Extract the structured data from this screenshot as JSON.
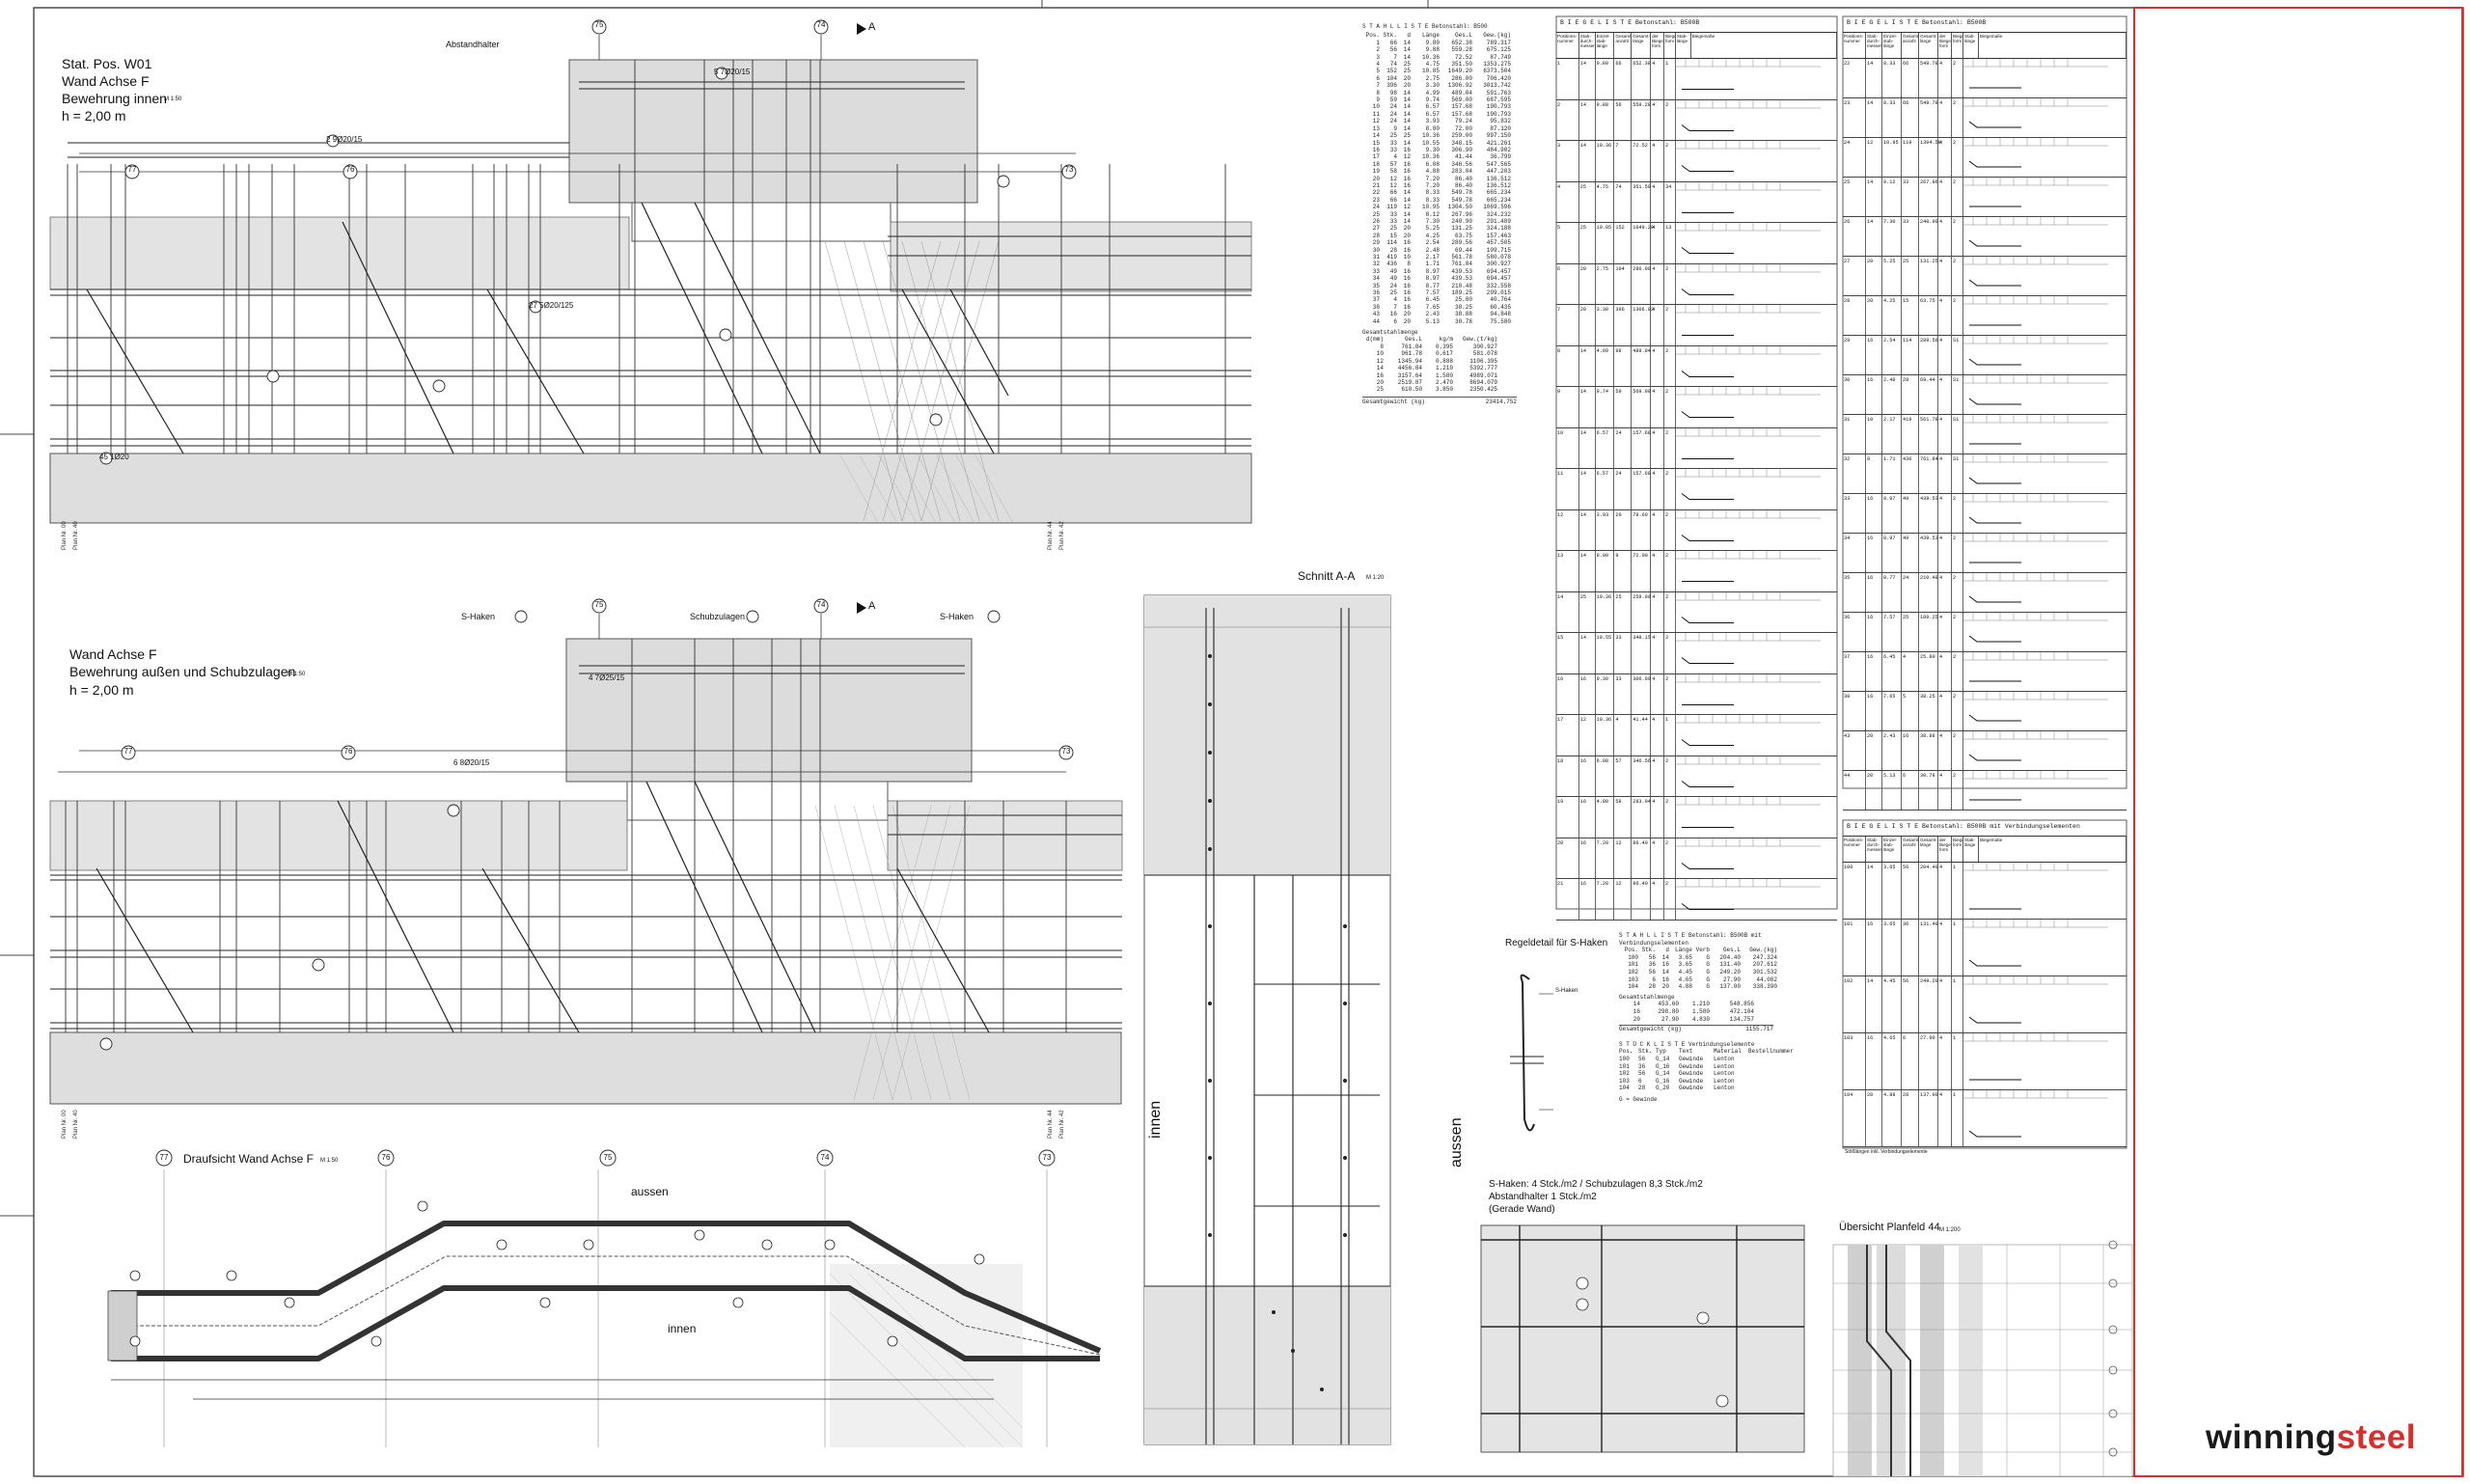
{
  "brand": {
    "name_part1": "winning",
    "name_part2": "steel",
    "accent_color": "#d2322d"
  },
  "views": {
    "v1": {
      "line1": "Stat. Pos. W01",
      "line2": "Wand Achse F",
      "line3": "Bewehrung innen",
      "line4": "h = 2,00 m",
      "scale": "M 1:50"
    },
    "v2": {
      "line1": "Wand Achse F",
      "line2": "Bewehrung außen und Schubzulagen",
      "line3": "h = 2,00 m",
      "scale": "M 1:50"
    },
    "v3": {
      "title": "Draufsicht Wand Achse F",
      "scale": "M 1:50",
      "top_label": "aussen",
      "bottom_label": "innen"
    },
    "section": {
      "title": "Schnitt A-A",
      "scale": "M 1:20",
      "left_label": "innen",
      "right_label": "aussen"
    },
    "shook": {
      "title": "Regeldetail für S-Haken",
      "label_a": "S-Haken"
    },
    "shook_layout": {
      "line1": "S-Haken: 4 Stck./m2 / Schubzulagen 8,3 Stck./m2",
      "line2": "Abstandhalter 1 Stck./m2",
      "line3": "(Gerade Wand)"
    },
    "overview": {
      "title": "Übersicht Planfeld 44",
      "scale": "M 1:200"
    }
  },
  "axes": [
    "77",
    "76",
    "75",
    "74",
    "73"
  ],
  "section_mark": "A",
  "v1_annotations": {
    "abstandhalter": "Abstandhalter",
    "top_bar": "5 7Ø20/15",
    "mid_bar": "2 9Ø20/15",
    "bar_27": "27 5Ø20/125",
    "bar_45": "45 1Ø20"
  },
  "v2_annotations": {
    "shaken": "S-Haken",
    "schub": "Schubzulagen",
    "bar_6": "6 8Ø20/15",
    "bar_4": "4 7Ø25/15"
  },
  "stahlliste": {
    "title": "S T A H L L I S T E  Betonstahl: B500",
    "headers": [
      "Pos.",
      "Stk.",
      "d",
      "Länge",
      "Ges.L",
      "Gew.(kg)"
    ],
    "rows": [
      [
        "1",
        "66",
        "14",
        "9.80",
        "652.38",
        "789.317"
      ],
      [
        "2",
        "56",
        "14",
        "9.88",
        "559.28",
        "675.125"
      ],
      [
        "3",
        "7",
        "14",
        "10.36",
        "72.52",
        "87.749"
      ],
      [
        "4",
        "74",
        "25",
        "4.75",
        "351.50",
        "1353.275"
      ],
      [
        "5",
        "152",
        "25",
        "10.85",
        "1649.20",
        "6373.504"
      ],
      [
        "6",
        "104",
        "20",
        "2.75",
        "286.00",
        "706.420"
      ],
      [
        "7",
        "396",
        "20",
        "3.30",
        "1306.92",
        "3013.742"
      ],
      [
        "8",
        "98",
        "14",
        "4.99",
        "489.04",
        "591.763"
      ],
      [
        "9",
        "59",
        "14",
        "9.74",
        "569.00",
        "687.595"
      ],
      [
        "10",
        "24",
        "14",
        "6.57",
        "157.68",
        "190.793"
      ],
      [
        "11",
        "24",
        "14",
        "6.57",
        "157.68",
        "190.793"
      ],
      [
        "12",
        "24",
        "14",
        "3.93",
        "79.24",
        "95.832"
      ],
      [
        "13",
        "9",
        "14",
        "8.00",
        "72.00",
        "87.120"
      ],
      [
        "14",
        "25",
        "25",
        "10.36",
        "259.00",
        "997.150"
      ],
      [
        "15",
        "33",
        "14",
        "10.55",
        "348.15",
        "421.261"
      ],
      [
        "16",
        "33",
        "16",
        "9.30",
        "306.90",
        "484.902"
      ],
      [
        "17",
        "4",
        "12",
        "10.36",
        "41.44",
        "36.799"
      ],
      [
        "18",
        "57",
        "16",
        "6.08",
        "346.56",
        "547.565"
      ],
      [
        "19",
        "58",
        "16",
        "4.88",
        "283.04",
        "447.203"
      ],
      [
        "20",
        "12",
        "16",
        "7.20",
        "86.40",
        "136.512"
      ],
      [
        "21",
        "12",
        "16",
        "7.20",
        "86.40",
        "136.512"
      ],
      [
        "22",
        "66",
        "14",
        "8.33",
        "549.78",
        "665.234"
      ],
      [
        "23",
        "66",
        "14",
        "8.33",
        "549.78",
        "665.234"
      ],
      [
        "24",
        "119",
        "12",
        "10.95",
        "1304.50",
        "1069.596"
      ],
      [
        "25",
        "33",
        "14",
        "8.12",
        "267.96",
        "324.232"
      ],
      [
        "26",
        "33",
        "14",
        "7.30",
        "240.90",
        "291.489"
      ],
      [
        "27",
        "25",
        "20",
        "5.25",
        "131.25",
        "324.188"
      ],
      [
        "28",
        "15",
        "20",
        "4.25",
        "63.75",
        "157.463"
      ],
      [
        "29",
        "114",
        "16",
        "2.54",
        "289.56",
        "457.505"
      ],
      [
        "30",
        "28",
        "16",
        "2.48",
        "69.44",
        "109.715"
      ],
      [
        "31",
        "419",
        "10",
        "2.17",
        "561.78",
        "580.078"
      ],
      [
        "32",
        "436",
        "8",
        "1.71",
        "761.84",
        "300.927"
      ],
      [
        "33",
        "49",
        "16",
        "8.97",
        "439.53",
        "694.457"
      ],
      [
        "34",
        "49",
        "16",
        "8.97",
        "439.53",
        "694.457"
      ],
      [
        "35",
        "24",
        "16",
        "8.77",
        "210.48",
        "332.558"
      ],
      [
        "36",
        "25",
        "16",
        "7.57",
        "189.25",
        "299.015"
      ],
      [
        "37",
        "4",
        "16",
        "6.45",
        "25.80",
        "40.764"
      ],
      [
        "38",
        "7",
        "16",
        "7.65",
        "38.25",
        "60.435"
      ],
      [
        "43",
        "16",
        "20",
        "2.43",
        "38.88",
        "94.848"
      ],
      [
        "44",
        "6",
        "20",
        "5.13",
        "30.78",
        "75.580"
      ]
    ],
    "summary_title": "Gesamtstahlmenge",
    "summary_headers": [
      "d(mm)",
      "Ges.L",
      "kg/m",
      "Gew.(t/kg)"
    ],
    "summary_rows": [
      [
        "8",
        "761.84",
        "0.395",
        "300.927"
      ],
      [
        "10",
        "961.78",
        "0.617",
        "581.078"
      ],
      [
        "12",
        "1345.94",
        "0.888",
        "1106.395"
      ],
      [
        "14",
        "4456.84",
        "1.210",
        "5392.777"
      ],
      [
        "16",
        "3157.64",
        "1.580",
        "4989.071"
      ],
      [
        "20",
        "2519.87",
        "2.470",
        "8694.079"
      ],
      [
        "25",
        "610.50",
        "3.850",
        "2350.425"
      ]
    ],
    "total_label": "Gesamtgewicht (kg)",
    "total_value": "23414.752"
  },
  "biegeliste1": {
    "title": "B I E G E L I S T E  Betonstahl: B500B",
    "headers": [
      "Positions-nummer",
      "Stab-durch-messer",
      "Einzel-stab-länge",
      "Gesamt-anzahl",
      "Gesamt-länge",
      "der Biege-form",
      "Biege-form",
      "Stab-länge",
      "Biegemaße"
    ],
    "rows": [
      [
        "1",
        "14",
        "9.80",
        "66",
        "652.38",
        "4",
        "1"
      ],
      [
        "2",
        "14",
        "9.88",
        "56",
        "559.28",
        "4",
        "2"
      ],
      [
        "3",
        "14",
        "10.36",
        "7",
        "72.52",
        "4",
        "2"
      ],
      [
        "4",
        "25",
        "4.75",
        "74",
        "351.50",
        "4",
        "34"
      ],
      [
        "5",
        "25",
        "10.85",
        "152",
        "1649.20",
        "4",
        "13"
      ],
      [
        "6",
        "20",
        "2.75",
        "104",
        "286.00",
        "4",
        "2"
      ],
      [
        "7",
        "20",
        "3.30",
        "396",
        "1306.92",
        "4",
        "2"
      ],
      [
        "8",
        "14",
        "4.99",
        "98",
        "489.04",
        "4",
        "2"
      ],
      [
        "9",
        "14",
        "9.74",
        "59",
        "569.00",
        "4",
        "2"
      ],
      [
        "10",
        "14",
        "6.57",
        "24",
        "157.68",
        "4",
        "2"
      ],
      [
        "11",
        "14",
        "6.57",
        "24",
        "157.68",
        "4",
        "2"
      ],
      [
        "12",
        "14",
        "3.93",
        "20",
        "78.60",
        "4",
        "2"
      ],
      [
        "13",
        "14",
        "8.00",
        "9",
        "72.00",
        "4",
        "2"
      ],
      [
        "14",
        "25",
        "10.36",
        "25",
        "259.00",
        "4",
        "2"
      ],
      [
        "15",
        "14",
        "10.55",
        "33",
        "348.15",
        "4",
        "2"
      ],
      [
        "16",
        "16",
        "9.30",
        "33",
        "306.90",
        "4",
        "2"
      ],
      [
        "17",
        "12",
        "10.36",
        "4",
        "41.44",
        "4",
        "1"
      ],
      [
        "18",
        "16",
        "6.08",
        "57",
        "346.56",
        "4",
        "2"
      ],
      [
        "19",
        "16",
        "4.88",
        "58",
        "283.04",
        "4",
        "2"
      ],
      [
        "20",
        "16",
        "7.20",
        "12",
        "86.40",
        "4",
        "2"
      ],
      [
        "21",
        "16",
        "7.20",
        "12",
        "86.40",
        "4",
        "2"
      ]
    ]
  },
  "biegeliste2": {
    "title": "B I E G E L I S T E  Betonstahl: B500B",
    "rows": [
      [
        "22",
        "14",
        "8.33",
        "66",
        "549.78",
        "4",
        "2"
      ],
      [
        "23",
        "14",
        "8.33",
        "66",
        "549.78",
        "4",
        "2"
      ],
      [
        "24",
        "12",
        "10.95",
        "119",
        "1304.50",
        "4",
        "2"
      ],
      [
        "25",
        "14",
        "8.12",
        "33",
        "267.96",
        "4",
        "2"
      ],
      [
        "26",
        "14",
        "7.30",
        "33",
        "240.90",
        "4",
        "2"
      ],
      [
        "27",
        "20",
        "5.25",
        "25",
        "131.25",
        "4",
        "2"
      ],
      [
        "28",
        "20",
        "4.25",
        "15",
        "63.75",
        "4",
        "2"
      ],
      [
        "29",
        "16",
        "2.54",
        "114",
        "289.56",
        "4",
        "S1"
      ],
      [
        "30",
        "16",
        "2.48",
        "28",
        "69.44",
        "4",
        "S1"
      ],
      [
        "31",
        "10",
        "2.17",
        "419",
        "561.78",
        "4",
        "S1"
      ],
      [
        "32",
        "8",
        "1.71",
        "436",
        "761.84",
        "4",
        "S1"
      ],
      [
        "33",
        "16",
        "8.97",
        "49",
        "439.53",
        "4",
        "2"
      ],
      [
        "34",
        "16",
        "8.97",
        "49",
        "439.53",
        "4",
        "2"
      ],
      [
        "35",
        "16",
        "8.77",
        "24",
        "210.48",
        "4",
        "2"
      ],
      [
        "36",
        "16",
        "7.57",
        "25",
        "189.25",
        "4",
        "2"
      ],
      [
        "37",
        "16",
        "6.45",
        "4",
        "25.80",
        "4",
        "2"
      ],
      [
        "38",
        "16",
        "7.65",
        "5",
        "38.25",
        "4",
        "2"
      ],
      [
        "43",
        "20",
        "2.43",
        "16",
        "38.88",
        "4",
        "2"
      ],
      [
        "44",
        "20",
        "5.13",
        "6",
        "30.78",
        "4",
        "2"
      ]
    ]
  },
  "biegeliste3": {
    "title": "B I E G E L I S T E  Betonstahl: B500B mit Verbindungselementen",
    "rows": [
      [
        "100",
        "14",
        "3.65",
        "56",
        "204.40",
        "4",
        "1"
      ],
      [
        "101",
        "16",
        "3.65",
        "36",
        "131.40",
        "4",
        "1"
      ],
      [
        "102",
        "14",
        "4.45",
        "56",
        "249.20",
        "4",
        "1"
      ],
      [
        "103",
        "16",
        "4.65",
        "6",
        "27.90",
        "4",
        "1"
      ],
      [
        "104",
        "20",
        "4.88",
        "28",
        "137.00",
        "4",
        "1"
      ]
    ],
    "note": "Stößlängen inkl. Verbindungselemente"
  },
  "stahlliste2": {
    "title": "S T A H L L I S T E  Betonstahl: B500B mit Verbindungselementen",
    "headers": [
      "Pos.",
      "Stk.",
      "d",
      "Länge",
      "Verb",
      "Ges.L",
      "Gew.(kg)"
    ],
    "rows": [
      [
        "100",
        "56",
        "14",
        "3.65",
        "G",
        "204.40",
        "247.324"
      ],
      [
        "101",
        "36",
        "16",
        "3.65",
        "G",
        "131.40",
        "207.612"
      ],
      [
        "102",
        "56",
        "14",
        "4.45",
        "G",
        "249.20",
        "301.532"
      ],
      [
        "103",
        "6",
        "16",
        "4.65",
        "G",
        "27.90",
        "44.082"
      ],
      [
        "104",
        "28",
        "20",
        "4.88",
        "G",
        "137.00",
        "338.390"
      ]
    ],
    "summary_title": "Gesamtstahlmenge",
    "summary_rows": [
      [
        "14",
        "453.60",
        "1.210",
        "548.856"
      ],
      [
        "16",
        "298.80",
        "1.580",
        "472.104"
      ],
      [
        "20",
        "27.90",
        "4.830",
        "134.757"
      ]
    ],
    "total_label": "Gesamtgewicht (kg)",
    "total_value": "1155.717"
  },
  "stueckliste": {
    "title": "S T Ü C K L I S T E  Verbindungselemente",
    "headers": [
      "Pos.",
      "Stk.",
      "Typ",
      "Text",
      "Material",
      "Bestellnummer"
    ],
    "rows": [
      [
        "100",
        "56",
        "G_14",
        "Gewinde",
        "Lenton"
      ],
      [
        "101",
        "36",
        "G_16",
        "Gewinde",
        "Lenton"
      ],
      [
        "102",
        "56",
        "G_14",
        "Gewinde",
        "Lenton"
      ],
      [
        "103",
        "6",
        "G_16",
        "Gewinde",
        "Lenton"
      ],
      [
        "104",
        "28",
        "G_20",
        "Gewinde",
        "Lenton"
      ]
    ],
    "legend": "G = Gewinde"
  }
}
